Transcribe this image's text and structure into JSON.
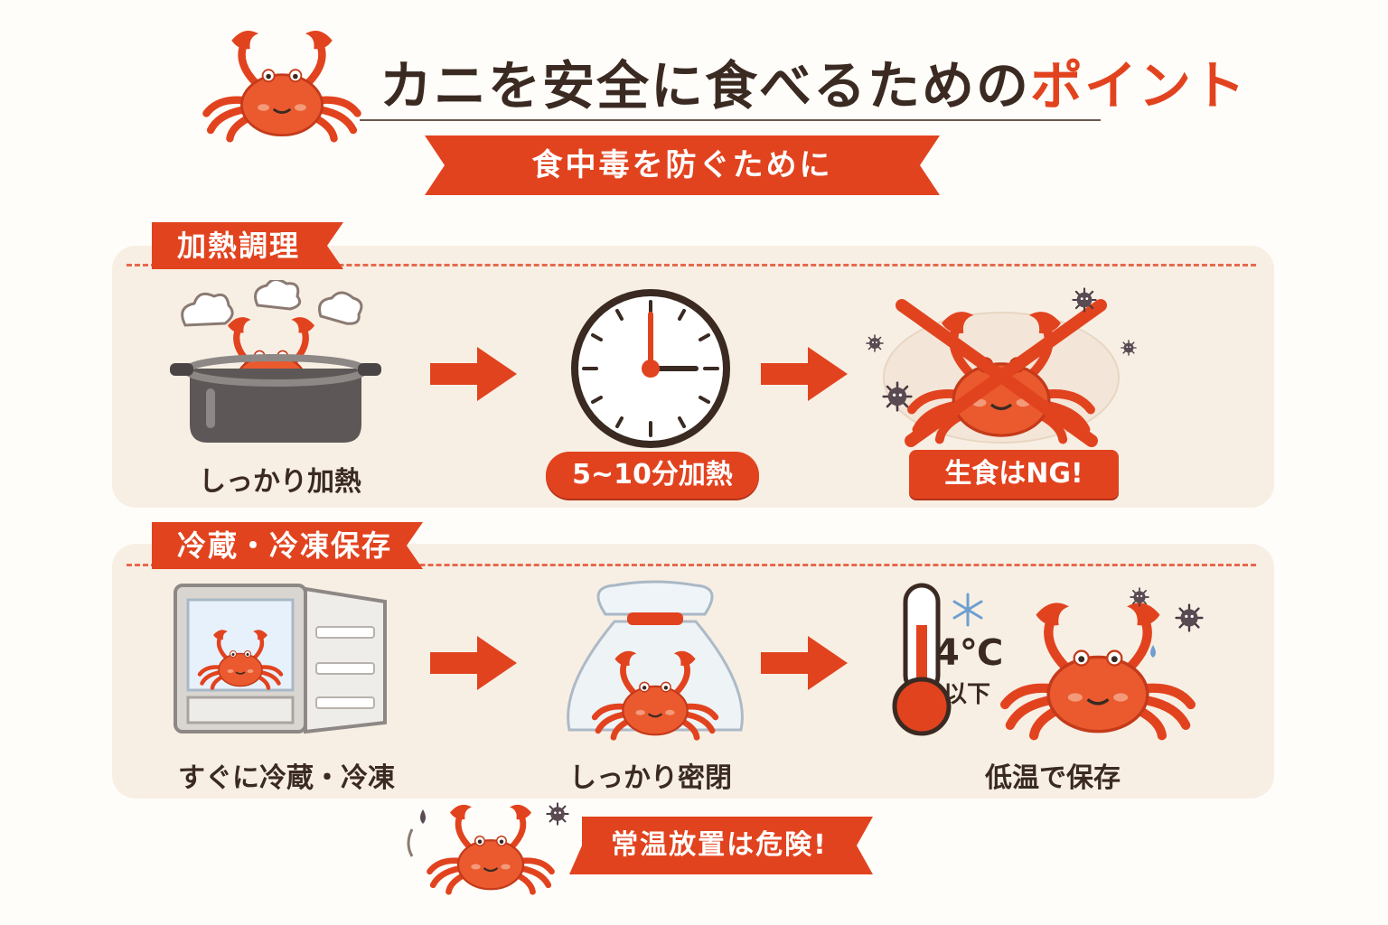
{
  "header": {
    "title_main": "カニを安全に食べるための",
    "title_highlight": "ポイント",
    "subtitle": "食中毒を防ぐために"
  },
  "sections": [
    {
      "tag": "加熱調理",
      "steps": [
        {
          "caption": "しっかり加熱",
          "icon": "steaming-pot-crab-icon"
        },
        {
          "caption": "5~10分加熱",
          "icon": "clock-icon"
        },
        {
          "caption": "生食はNG!",
          "icon": "no-raw-crab-icon"
        }
      ]
    },
    {
      "tag": "冷蔵・冷凍保存",
      "steps": [
        {
          "caption": "すぐに冷蔵・冷凍",
          "icon": "refrigerator-crab-icon"
        },
        {
          "caption": "しっかり密閉",
          "icon": "sealed-bag-crab-icon"
        },
        {
          "caption": "低温で保存",
          "icon": "thermometer-crab-icon",
          "temp_value": "4℃",
          "temp_suffix": "以下"
        }
      ]
    }
  ],
  "warning": "常温放置は危険!",
  "colors": {
    "accent": "#e2431f",
    "panel": "#f8efe4",
    "text": "#3a2a22"
  }
}
